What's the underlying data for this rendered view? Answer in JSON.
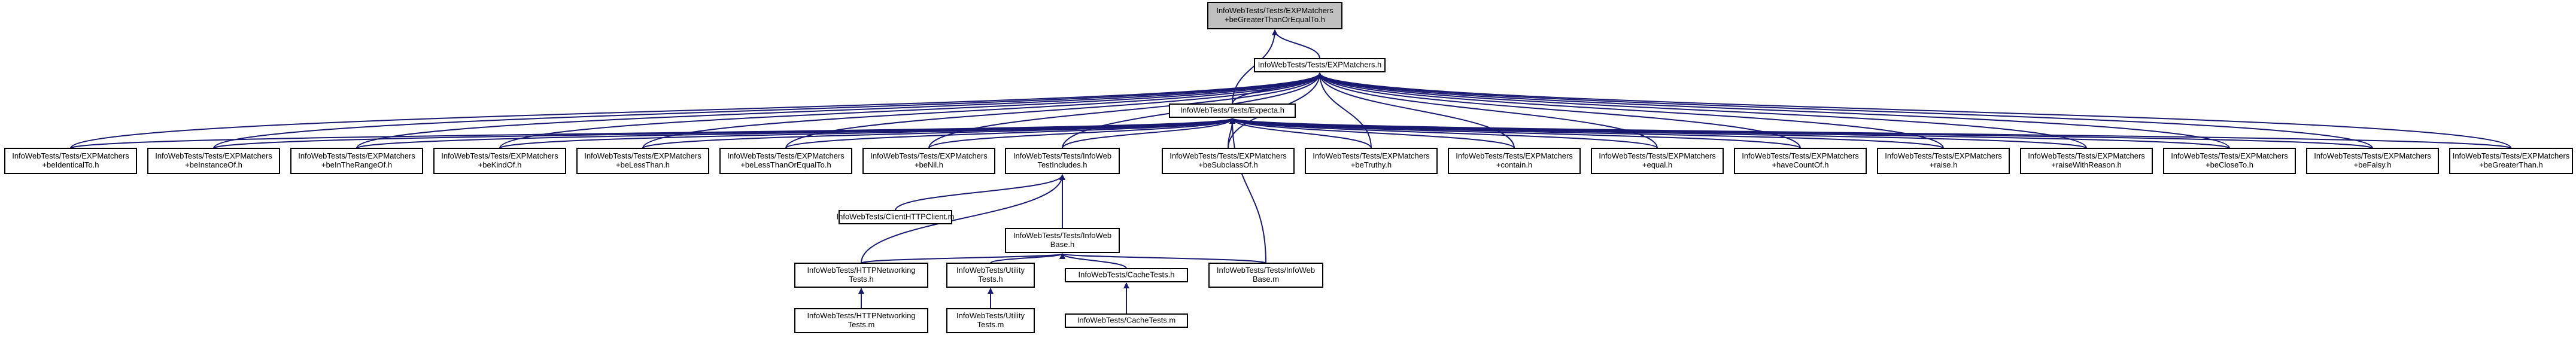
{
  "graph": {
    "kind": "include-dependency-graph",
    "edge_color": "#191970",
    "root_fill": "#c0c0c0",
    "node_fill": "#ffffff",
    "nodes": [
      {
        "id": "root",
        "lines": [
          "InfoWebTests/Tests/EXPMatchers",
          "+beGreaterThanOrEqualTo.h"
        ]
      },
      {
        "id": "matchers",
        "lines": [
          "InfoWebTests/Tests/EXPMatchers.h"
        ]
      },
      {
        "id": "expecta",
        "lines": [
          "InfoWebTests/Tests/Expecta.h"
        ]
      },
      {
        "id": "beIdenticalTo",
        "lines": [
          "InfoWebTests/Tests/EXPMatchers",
          "+beIdenticalTo.h"
        ]
      },
      {
        "id": "beInstanceOf",
        "lines": [
          "InfoWebTests/Tests/EXPMatchers",
          "+beInstanceOf.h"
        ]
      },
      {
        "id": "beInTheRangeOf",
        "lines": [
          "InfoWebTests/Tests/EXPMatchers",
          "+beInTheRangeOf.h"
        ]
      },
      {
        "id": "beKindOf",
        "lines": [
          "InfoWebTests/Tests/EXPMatchers",
          "+beKindOf.h"
        ]
      },
      {
        "id": "beLessThan",
        "lines": [
          "InfoWebTests/Tests/EXPMatchers",
          "+beLessThan.h"
        ]
      },
      {
        "id": "beLessThanOrEqualTo",
        "lines": [
          "InfoWebTests/Tests/EXPMatchers",
          "+beLessThanOrEqualTo.h"
        ]
      },
      {
        "id": "beNil",
        "lines": [
          "InfoWebTests/Tests/EXPMatchers",
          "+beNil.h"
        ]
      },
      {
        "id": "testIncludes",
        "lines": [
          "InfoWebTests/Tests/InfoWeb",
          "TestIncludes.h"
        ]
      },
      {
        "id": "beSubclassOf",
        "lines": [
          "InfoWebTests/Tests/EXPMatchers",
          "+beSubclassOf.h"
        ]
      },
      {
        "id": "beTruthy",
        "lines": [
          "InfoWebTests/Tests/EXPMatchers",
          "+beTruthy.h"
        ]
      },
      {
        "id": "contain",
        "lines": [
          "InfoWebTests/Tests/EXPMatchers",
          "+contain.h"
        ]
      },
      {
        "id": "equal",
        "lines": [
          "InfoWebTests/Tests/EXPMatchers",
          "+equal.h"
        ]
      },
      {
        "id": "haveCountOf",
        "lines": [
          "InfoWebTests/Tests/EXPMatchers",
          "+haveCountOf.h"
        ]
      },
      {
        "id": "raise",
        "lines": [
          "InfoWebTests/Tests/EXPMatchers",
          "+raise.h"
        ]
      },
      {
        "id": "raiseWithReason",
        "lines": [
          "InfoWebTests/Tests/EXPMatchers",
          "+raiseWithReason.h"
        ]
      },
      {
        "id": "beCloseTo",
        "lines": [
          "InfoWebTests/Tests/EXPMatchers",
          "+beCloseTo.h"
        ]
      },
      {
        "id": "beFalsy",
        "lines": [
          "InfoWebTests/Tests/EXPMatchers",
          "+beFalsy.h"
        ]
      },
      {
        "id": "beGreaterThan",
        "lines": [
          "InfoWebTests/Tests/EXPMatchers",
          "+beGreaterThan.h"
        ]
      },
      {
        "id": "clientHTTP",
        "lines": [
          "InfoWebTests/ClientHTTPClient.m"
        ]
      },
      {
        "id": "infoWebBaseH",
        "lines": [
          "InfoWebTests/Tests/InfoWeb",
          "Base.h"
        ]
      },
      {
        "id": "httpNetH",
        "lines": [
          "InfoWebTests/HTTPNetworking",
          "Tests.h"
        ]
      },
      {
        "id": "utilityH",
        "lines": [
          "InfoWebTests/Utility",
          "Tests.h"
        ]
      },
      {
        "id": "cacheH",
        "lines": [
          "InfoWebTests/CacheTests.h"
        ]
      },
      {
        "id": "infoWebBaseM",
        "lines": [
          "InfoWebTests/Tests/InfoWeb",
          "Base.m"
        ]
      },
      {
        "id": "httpNetM",
        "lines": [
          "InfoWebTests/HTTPNetworking",
          "Tests.m"
        ]
      },
      {
        "id": "utilityM",
        "lines": [
          "InfoWebTests/Utility",
          "Tests.m"
        ]
      },
      {
        "id": "cacheM",
        "lines": [
          "InfoWebTests/CacheTests.m"
        ]
      }
    ],
    "edges": [
      {
        "from": "matchers",
        "to": "root"
      },
      {
        "from": "expecta",
        "to": "root"
      },
      {
        "from": "expecta",
        "to": "matchers"
      },
      {
        "from": "beIdenticalTo",
        "to": "matchers"
      },
      {
        "from": "beInstanceOf",
        "to": "matchers"
      },
      {
        "from": "beInTheRangeOf",
        "to": "matchers"
      },
      {
        "from": "beKindOf",
        "to": "matchers"
      },
      {
        "from": "beLessThan",
        "to": "matchers"
      },
      {
        "from": "beLessThanOrEqualTo",
        "to": "matchers"
      },
      {
        "from": "beNil",
        "to": "matchers"
      },
      {
        "from": "testIncludes",
        "to": "matchers"
      },
      {
        "from": "beSubclassOf",
        "to": "matchers"
      },
      {
        "from": "beTruthy",
        "to": "matchers"
      },
      {
        "from": "contain",
        "to": "matchers"
      },
      {
        "from": "equal",
        "to": "matchers"
      },
      {
        "from": "haveCountOf",
        "to": "matchers"
      },
      {
        "from": "raise",
        "to": "matchers"
      },
      {
        "from": "raiseWithReason",
        "to": "matchers"
      },
      {
        "from": "beCloseTo",
        "to": "matchers"
      },
      {
        "from": "beFalsy",
        "to": "matchers"
      },
      {
        "from": "beGreaterThan",
        "to": "matchers"
      },
      {
        "from": "beIdenticalTo",
        "to": "expecta"
      },
      {
        "from": "beInstanceOf",
        "to": "expecta"
      },
      {
        "from": "beInTheRangeOf",
        "to": "expecta"
      },
      {
        "from": "beKindOf",
        "to": "expecta"
      },
      {
        "from": "beLessThan",
        "to": "expecta"
      },
      {
        "from": "beLessThanOrEqualTo",
        "to": "expecta"
      },
      {
        "from": "beNil",
        "to": "expecta"
      },
      {
        "from": "testIncludes",
        "to": "expecta"
      },
      {
        "from": "beSubclassOf",
        "to": "expecta"
      },
      {
        "from": "beTruthy",
        "to": "expecta"
      },
      {
        "from": "contain",
        "to": "expecta"
      },
      {
        "from": "equal",
        "to": "expecta"
      },
      {
        "from": "haveCountOf",
        "to": "expecta"
      },
      {
        "from": "raise",
        "to": "expecta"
      },
      {
        "from": "raiseWithReason",
        "to": "expecta"
      },
      {
        "from": "beCloseTo",
        "to": "expecta"
      },
      {
        "from": "beFalsy",
        "to": "expecta"
      },
      {
        "from": "beGreaterThan",
        "to": "expecta"
      },
      {
        "from": "infoWebBaseM",
        "to": "expecta"
      },
      {
        "from": "clientHTTP",
        "to": "testIncludes"
      },
      {
        "from": "infoWebBaseH",
        "to": "testIncludes"
      },
      {
        "from": "httpNetH",
        "to": "testIncludes"
      },
      {
        "from": "httpNetH",
        "to": "infoWebBaseH"
      },
      {
        "from": "utilityH",
        "to": "infoWebBaseH"
      },
      {
        "from": "cacheH",
        "to": "infoWebBaseH"
      },
      {
        "from": "infoWebBaseM",
        "to": "infoWebBaseH"
      },
      {
        "from": "httpNetM",
        "to": "httpNetH"
      },
      {
        "from": "utilityM",
        "to": "utilityH"
      },
      {
        "from": "cacheM",
        "to": "cacheH"
      }
    ]
  }
}
